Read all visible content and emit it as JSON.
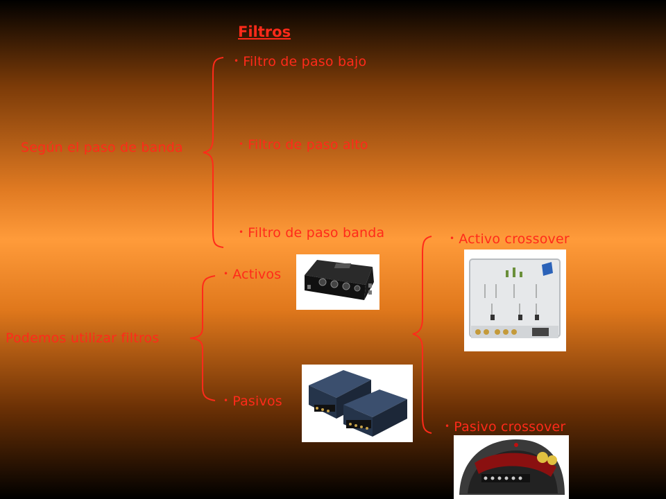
{
  "title": "Filtros",
  "bullet": "•",
  "groups": {
    "band": {
      "label": "Según el paso de banda",
      "items": [
        "Filtro de paso bajo",
        "Filtro de paso alto",
        "Filtro de paso banda"
      ]
    },
    "usage": {
      "label": "Podemos utilizar filtros",
      "items": [
        "Activos",
        "Pasivos"
      ]
    },
    "crossover": {
      "items": [
        "Activo crossover",
        "Pasivo crossover"
      ]
    }
  },
  "colors": {
    "text": "#ff2a1a",
    "brace": "#ff2a1a"
  }
}
